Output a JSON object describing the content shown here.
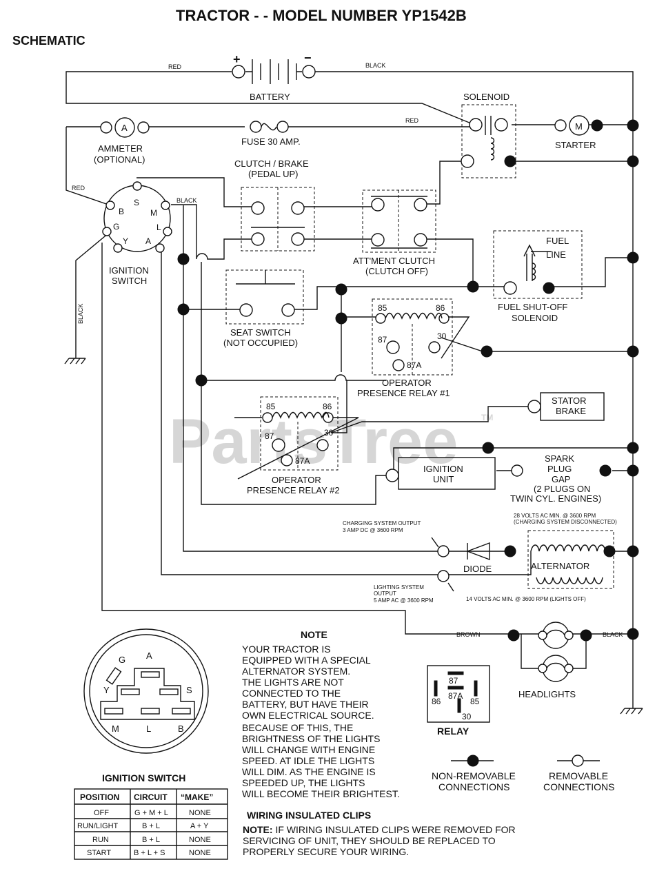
{
  "title": "TRACTOR - - MODEL NUMBER YP1542B",
  "section": "SCHEMATIC",
  "watermark": "PartsTree",
  "watermark_tm": "TM",
  "components": {
    "battery": "BATTERY",
    "battery_pos": "+",
    "battery_neg": "−",
    "solenoid": "SOLENOID",
    "ammeter": [
      "AMMETER",
      "(OPTIONAL)"
    ],
    "ammeter_symbol": "A",
    "fuse": "FUSE 30 AMP.",
    "starter": "STARTER",
    "starter_symbol": "M",
    "clutch_brake": [
      "CLUTCH / BRAKE",
      "(PEDAL UP)"
    ],
    "attachment_clutch": [
      "ATT'MENT CLUTCH",
      "(CLUTCH OFF)"
    ],
    "fuel_line": [
      "FUEL",
      "LINE"
    ],
    "fuel_solenoid": [
      "FUEL SHUT-OFF",
      "SOLENOID"
    ],
    "ignition_switch": [
      "IGNITION",
      "SWITCH"
    ],
    "seat_switch": [
      "SEAT SWITCH",
      "(NOT OCCUPIED)"
    ],
    "relay1": [
      "OPERATOR",
      "PRESENCE RELAY #1"
    ],
    "relay2": [
      "OPERATOR",
      "PRESENCE RELAY #2"
    ],
    "relay_pins": [
      "85",
      "86",
      "87",
      "30",
      "87A"
    ],
    "stator_brake": [
      "STATOR",
      "BRAKE"
    ],
    "ignition_unit": [
      "IGNITION",
      "UNIT"
    ],
    "spark_plug": [
      "SPARK",
      "PLUG",
      "GAP",
      "(2 PLUGS ON",
      "TWIN CYL. ENGINES)"
    ],
    "diode": "DIODE",
    "alternator": "ALTERNATOR",
    "headlights": "HEADLIGHTS",
    "switch_terminals": [
      "B",
      "S",
      "M",
      "G",
      "L",
      "Y",
      "A"
    ]
  },
  "wire_colors": {
    "red": "RED",
    "black": "BLACK",
    "brown": "BROWN"
  },
  "charging_output": [
    "CHARGING SYSTEM OUTPUT",
    "3 AMP DC @ 3600 RPM"
  ],
  "ac_spec_1": [
    "28 VOLTS AC MIN. @ 3600 RPM",
    "(CHARGING SYSTEM DISCONNECTED)"
  ],
  "lighting_output": [
    "LIGHTING SYSTEM",
    "OUTPUT",
    "5 AMP AC @ 3600 RPM"
  ],
  "ac_spec_2": "14 VOLTS AC MIN. @ 3600 RPM (LIGHTS OFF)",
  "note": {
    "heading": "NOTE",
    "lines": [
      "YOUR TRACTOR IS",
      "EQUIPPED WITH A SPECIAL",
      "ALTERNATOR SYSTEM.",
      "THE LIGHTS ARE NOT",
      "CONNECTED TO THE",
      "BATTERY, BUT HAVE THEIR",
      "OWN ELECTRICAL SOURCE.",
      "BECAUSE OF THIS, THE",
      "BRIGHTNESS OF THE LIGHTS",
      "WILL CHANGE WITH ENGINE",
      "SPEED.  AT IDLE THE LIGHTS",
      "WILL DIM.  AS THE ENGINE IS",
      "SPEEDED UP, THE LIGHTS",
      "WILL BECOME THEIR BRIGHTEST."
    ]
  },
  "relay_legend": {
    "label": "RELAY",
    "pins": [
      "87",
      "87A",
      "86",
      "85",
      "30"
    ]
  },
  "legend": {
    "non_removable": [
      "NON-REMOVABLE",
      "CONNECTIONS"
    ],
    "removable": [
      "REMOVABLE",
      "CONNECTIONS"
    ]
  },
  "ignition_diagram": {
    "title": "IGNITION SWITCH",
    "letters": [
      "G",
      "A",
      "Y",
      "S",
      "M",
      "L",
      "B"
    ]
  },
  "ignition_table": {
    "headers": [
      "POSITION",
      "CIRCUIT",
      "“MAKE”"
    ],
    "rows": [
      [
        "OFF",
        "G + M + L",
        "NONE"
      ],
      [
        "RUN/LIGHT",
        "B + L",
        "A + Y"
      ],
      [
        "RUN",
        "B + L",
        "NONE"
      ],
      [
        "START",
        "B + L + S",
        "NONE"
      ]
    ]
  },
  "wiring_clips": {
    "heading": "WIRING INSULATED CLIPS",
    "note_label": "NOTE:",
    "lines": [
      " IF WIRING INSULATED CLIPS WERE REMOVED FOR",
      "SERVICING OF UNIT, THEY SHOULD BE REPLACED TO",
      "PROPERLY SECURE YOUR WIRING."
    ]
  }
}
